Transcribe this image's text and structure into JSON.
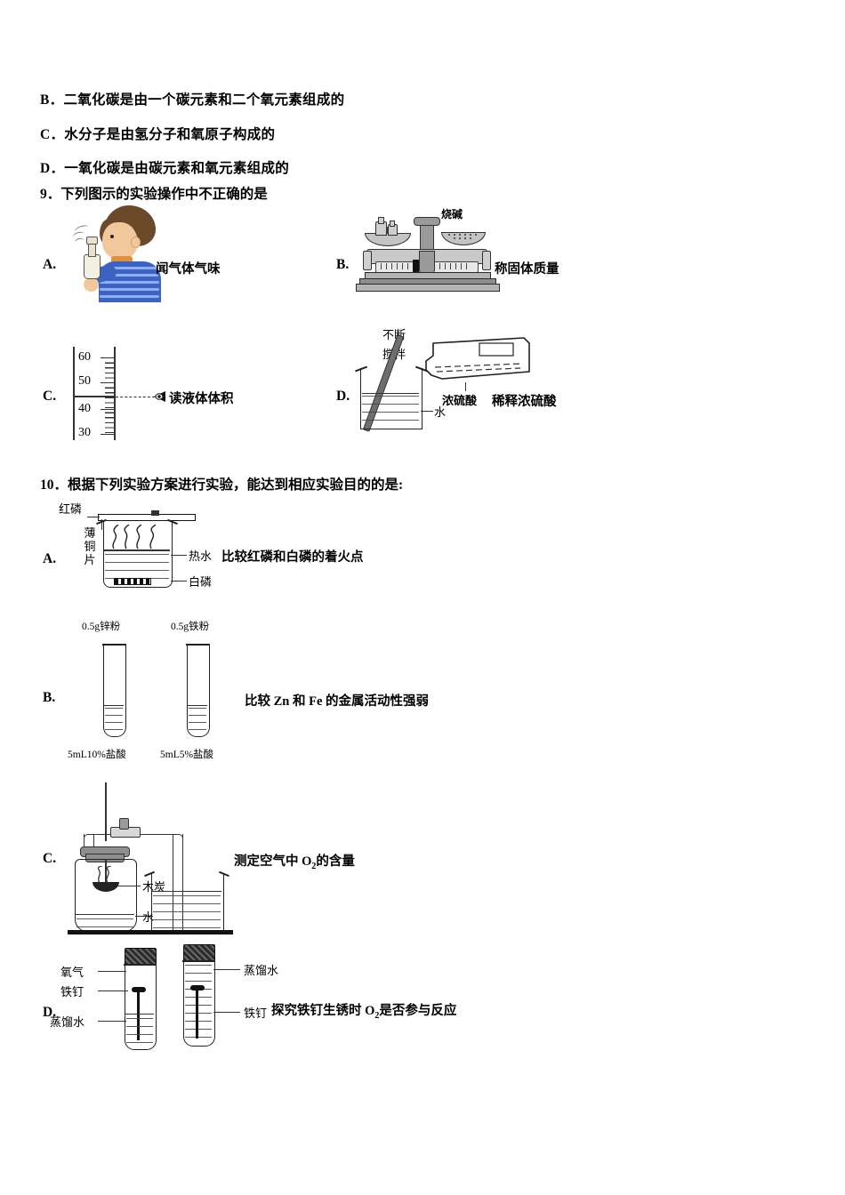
{
  "document": {
    "language": "zh-CN",
    "type": "chemistry-exam-page"
  },
  "top_options": [
    {
      "letter": "B．",
      "text": "二氧化碳是由一个碳元素和二个氧元素组成的"
    },
    {
      "letter": "C．",
      "text": "水分子是由氢分子和氧原子构成的"
    },
    {
      "letter": "D．",
      "text": "一氧化碳是由碳元素和氧元素组成的"
    }
  ],
  "question9": {
    "number": "9．",
    "stem": "下列图示的实验操作中不正确的是",
    "options": {
      "a": {
        "letter": "A.",
        "caption": "闻气体气味",
        "figure": "person-smelling-gas-bottle"
      },
      "b": {
        "letter": "B.",
        "caption": "称固体质量",
        "label_substance": "烧碱",
        "figure": "balance-scale"
      },
      "c": {
        "letter": "C.",
        "caption": "读液体体积",
        "scale_numbers": [
          "60",
          "50",
          "40",
          "30"
        ],
        "figure": "graduated-cylinder-eye-level"
      },
      "d": {
        "letter": "D.",
        "caption": "稀释浓硫酸",
        "label_stir": "不断\n搅拌",
        "label_stir_line1": "不断",
        "label_stir_line2": "搅拌",
        "label_acid": "浓硫酸",
        "label_water": "水",
        "figure": "diluting-concentrated-sulfuric-acid"
      }
    }
  },
  "question10": {
    "number": "10．",
    "stem": "根据下列实验方案进行实验，能达到相应实验目的的是:",
    "options": {
      "a": {
        "letter": "A.",
        "caption": "比较红磷和白磷的着火点",
        "labels": {
          "red_phosphorus": "红磷",
          "copper_sheet": "薄铜片",
          "copper_sheet_chars": [
            "薄",
            "铜",
            "片"
          ],
          "hot_water": "热水",
          "white_phosphorus": "白磷"
        },
        "figure": "beaker-hot-water-phosphorus"
      },
      "b": {
        "letter": "B.",
        "caption": "比较 Zn 和 Fe 的金属活动性强弱",
        "labels": {
          "tube1_top": "0.5g锌粉",
          "tube2_top": "0.5g铁粉",
          "tube1_bottom": "5mL10%盐酸",
          "tube2_bottom": "5mL5%盐酸"
        },
        "figure": "two-test-tubes-metal-powder-acid"
      },
      "c": {
        "letter": "C.",
        "caption_pre": "测定空气中 O",
        "caption_sub": "2",
        "caption_post": "的含量",
        "caption": "测定空气中 O2的含量",
        "labels": {
          "charcoal": "木炭",
          "water": "水"
        },
        "figure": "gas-jar-charcoal-beaker-water"
      },
      "d": {
        "letter": "D.",
        "caption_pre": "探究铁钉生锈时 O",
        "caption_sub": "2",
        "caption_post": "是否参与反应",
        "caption": "探究铁钉生锈时 O2是否参与反应",
        "labels": {
          "oxygen": "氧气",
          "nail_left": "铁钉",
          "distilled_water_left": "蒸馏水",
          "distilled_water_right": "蒸馏水",
          "nail_right": "铁钉"
        },
        "figure": "two-stoppered-test-tubes-iron-nails"
      }
    }
  },
  "colors": {
    "text": "#000000",
    "shirt_blue": "#3c63c4",
    "shirt_stripe": "#8fb0ef",
    "hair_brown": "#6b4a2a",
    "skin": "#f2c79b",
    "metal_gray": "#8d8d8d",
    "line": "#222222"
  }
}
